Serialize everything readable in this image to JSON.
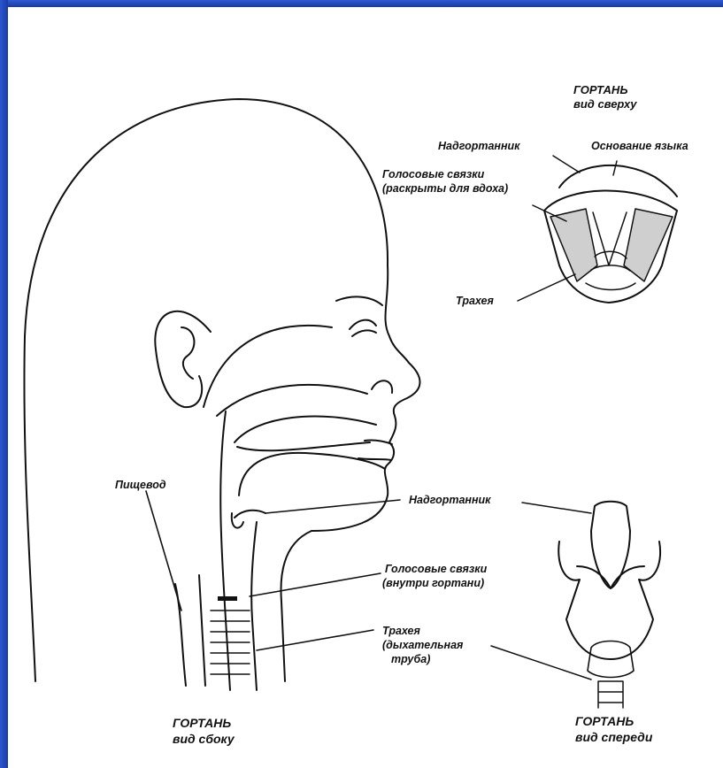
{
  "top_view": {
    "title": "ГОРТАНЬ",
    "subtitle": "вид сверху",
    "epiglottis": "Надгортанник",
    "tongue_base": "Основание языка",
    "vocal_cords_line1": "Голосовые связки",
    "vocal_cords_line2": "(раскрыты для вдоха)",
    "trachea": "Трахея"
  },
  "side_view": {
    "esophagus": "Пищевод",
    "epiglottis": "Надгортанник",
    "vocal_cords_line1": "Голосовые связки",
    "vocal_cords_line2": "(внутри гортани)",
    "trachea_line1": "Трахея",
    "trachea_line2": "(дыхательная",
    "trachea_line3": "труба)",
    "title": "ГОРТАНЬ",
    "subtitle": "вид сбоку"
  },
  "front_view": {
    "title": "ГОРТАНЬ",
    "subtitle": "вид спереди"
  }
}
